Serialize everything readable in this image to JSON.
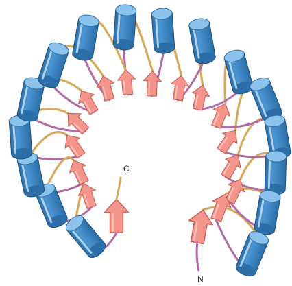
{
  "labels": {
    "c_terminus": "C",
    "n_terminus": "N"
  },
  "colors": {
    "helix_fill": "#4a95d3",
    "helix_dark": "#2c6fa8",
    "helix_top": "#8cc3ec",
    "helix_highlight": "#cde6f7",
    "strand_fill": "#f3958a",
    "strand_edge": "#c75f56",
    "loop_tan": "#d7a95c",
    "loop_purple": "#b16aa6"
  },
  "icons": {
    "helix": "cylinder-helix",
    "strand": "beta-strand-arrow"
  }
}
